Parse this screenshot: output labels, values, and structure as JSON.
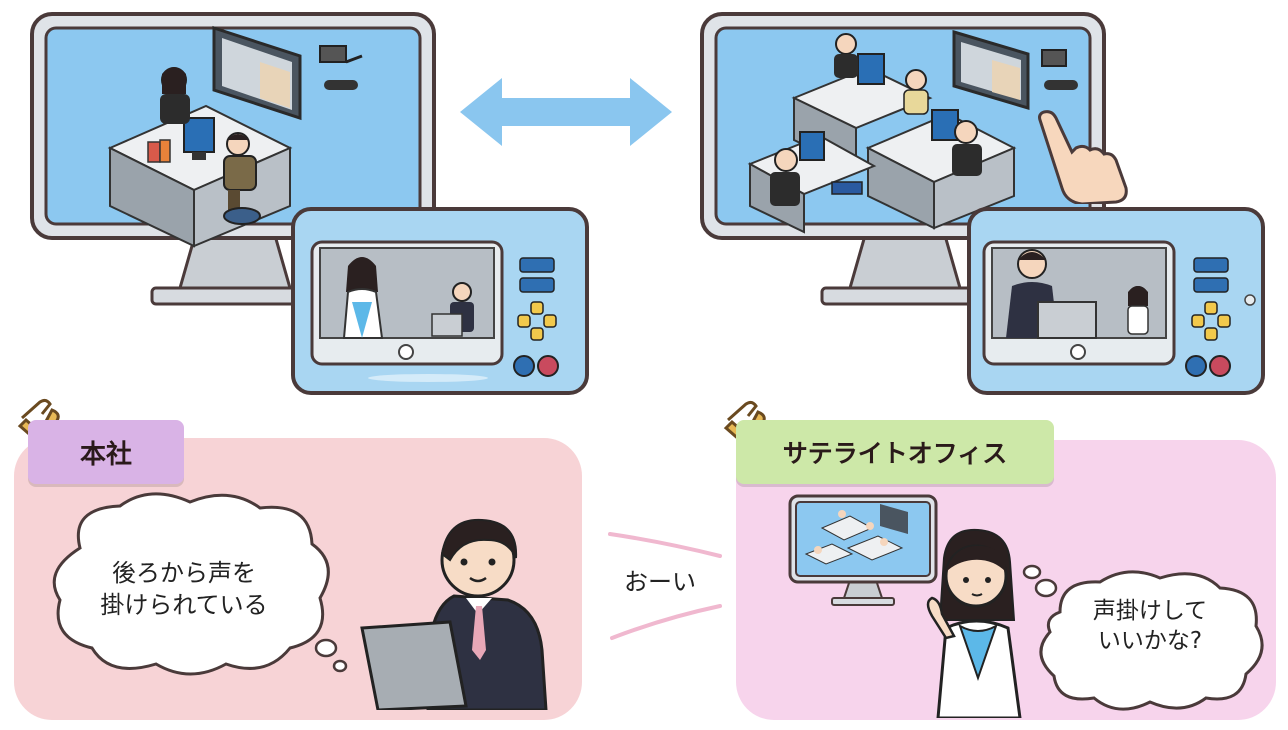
{
  "headquarters": {
    "label": "本社",
    "bubble_line1": "後ろから声を",
    "bubble_line2": "掛けられている"
  },
  "satellite": {
    "label": "サテライトオフィス",
    "bubble_line1": "声掛けして",
    "bubble_line2": "いいかな?"
  },
  "center_call": "おーい",
  "colors": {
    "screen_blue": "#8cc8f0",
    "arrow_blue": "#8ac6ef",
    "hq_panel": "#f7d3d6",
    "sat_panel": "#f7d4ec",
    "hq_tab": "#d9b3e6",
    "sat_tab": "#cde8a8",
    "tablet_body": "#a9d6f2",
    "call_red": "#c94a5e",
    "call_blue": "#2f6fb2"
  }
}
